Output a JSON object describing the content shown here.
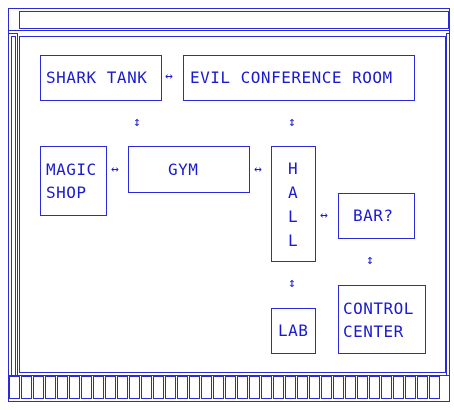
{
  "rooms": {
    "shark_tank": "SHARK TANK",
    "evil_conference_room": "EVIL CONFERENCE ROOM",
    "magic_shop_line1": "MAGIC",
    "magic_shop_line2": "SHOP",
    "gym": "GYM",
    "hall": [
      "H",
      "A",
      "L",
      "L"
    ],
    "bar": "BAR?",
    "lab": "LAB",
    "control_center_line1": "CONTROL",
    "control_center_line2": "CENTER"
  },
  "arrows": {
    "horizontal": "↔",
    "vertical": "↕"
  },
  "colors": {
    "ink": "#1a1ad0",
    "background": "#ffffff"
  }
}
